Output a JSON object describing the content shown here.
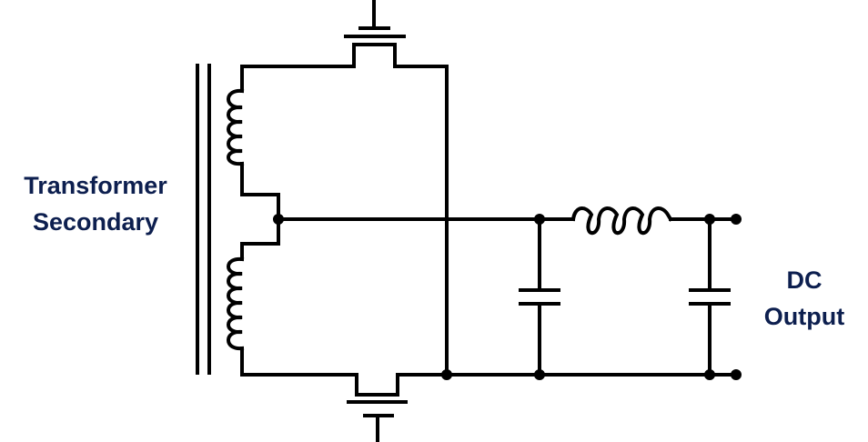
{
  "labels": {
    "transformer_line1": "Transformer",
    "transformer_line2": "Secondary",
    "dc_line1": "DC",
    "dc_line2": "Output"
  },
  "colors": {
    "wire": "#000000",
    "label": "#0d1f4f",
    "background": "#ffffff"
  }
}
